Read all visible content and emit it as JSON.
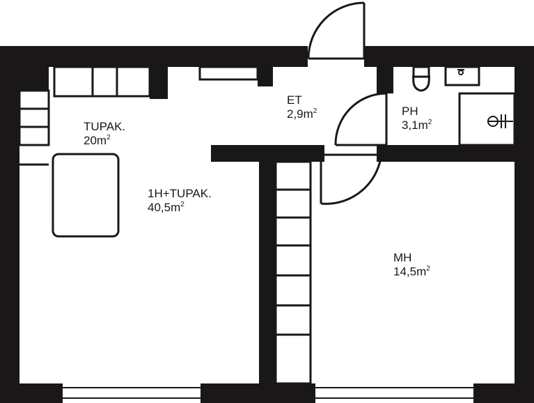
{
  "rooms": {
    "tupak": {
      "name": "TUPAK.",
      "area": "20m",
      "unit_exp": "2"
    },
    "main": {
      "name": "1H+TUPAK.",
      "area": "40,5m",
      "unit_exp": "2"
    },
    "et": {
      "name": "ET",
      "area": "2,9m",
      "unit_exp": "2"
    },
    "ph": {
      "name": "PH",
      "area": "3,1m",
      "unit_exp": "2"
    },
    "mh": {
      "name": "MH",
      "area": "14,5m",
      "unit_exp": "2"
    }
  },
  "colors": {
    "wall": "#1a1718",
    "background": "#ffffff"
  }
}
